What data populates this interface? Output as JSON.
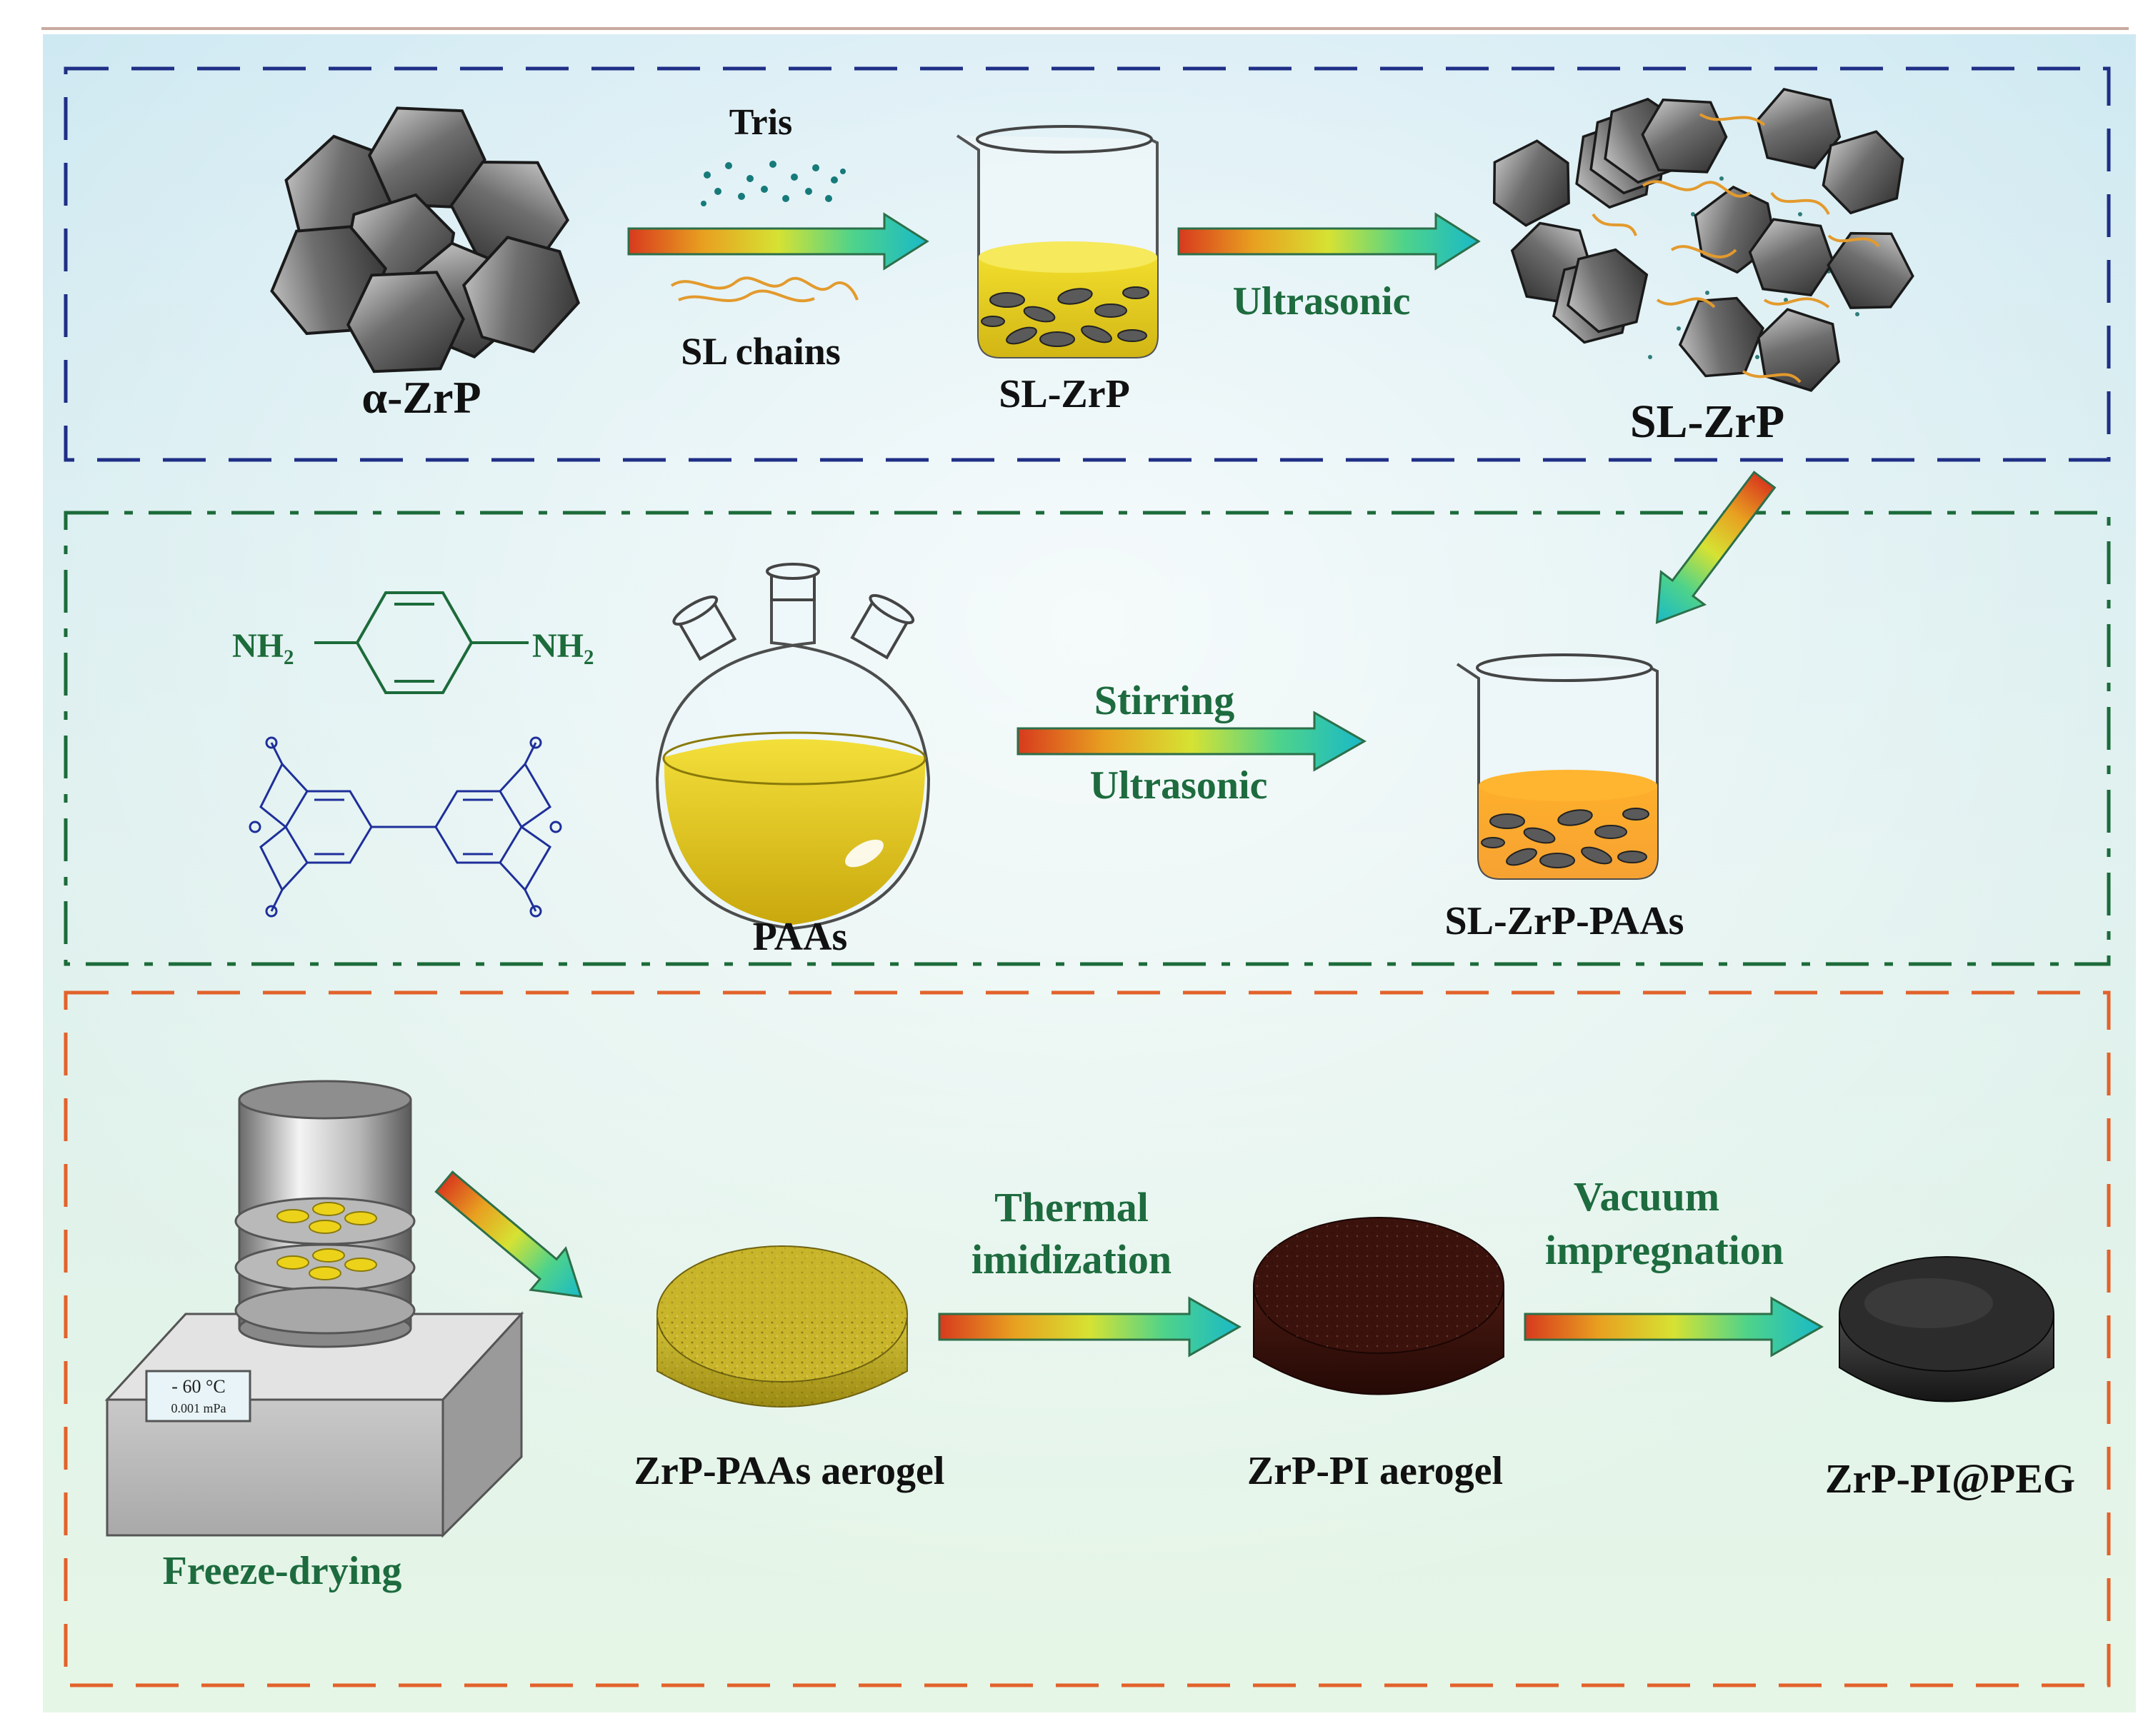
{
  "colors": {
    "panel1_border": "#1f2f86",
    "panel2_border": "#1c6b3a",
    "panel3_border": "#e2622b",
    "label_dark": "#111111",
    "label_green": "#1d6b3e",
    "top_rule": "#c9a9a0"
  },
  "panel1": {
    "material_left": "α-ZrP",
    "reagent_top": "Tris",
    "reagent_bottom": "SL chains",
    "beaker_label": "SL-ZrP",
    "step_label": "Ultrasonic",
    "product_label": "SL-ZrP"
  },
  "panel2": {
    "amine_left": "NH₂",
    "amine_right": "NH₂",
    "flask_label": "PAAs",
    "step_top": "Stirring",
    "step_bottom": "Ultrasonic",
    "beaker_label": "SL-ZrP-PAAs"
  },
  "panel3": {
    "freezer_temp": "- 60 °C",
    "freezer_pressure": "0.001 mPa",
    "freezer_label": "Freeze-drying",
    "aerogel1_label": "ZrP-PAAs aerogel",
    "step1_line1": "Thermal",
    "step1_line2": "imidization",
    "aerogel2_label": "ZrP-PI aerogel",
    "step2_line1": "Vacuum",
    "step2_line2": "impregnation",
    "final_label": "ZrP-PI@PEG"
  },
  "icons": [
    "zrp-cluster-icon",
    "beaker-icon",
    "three-neck-flask-icon",
    "benzene-ring-icon",
    "dianhydride-icon",
    "freeze-dryer-icon",
    "gradient-arrow-icon"
  ]
}
